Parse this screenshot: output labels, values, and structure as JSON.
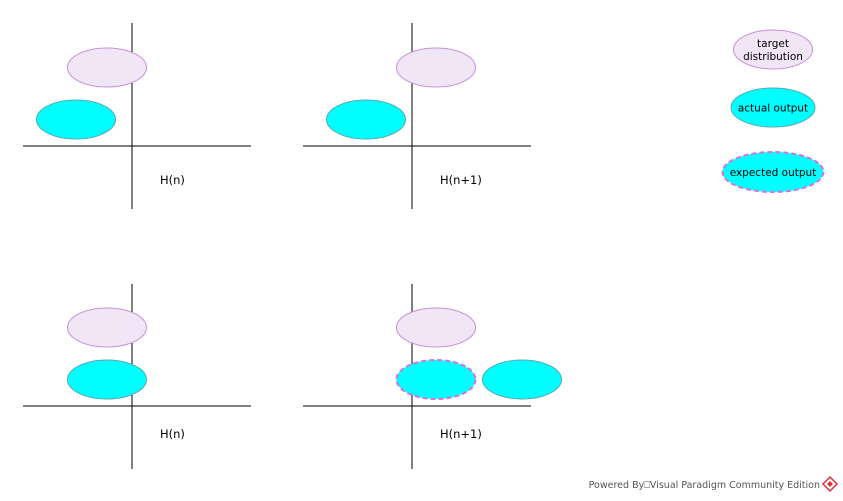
{
  "colors": {
    "target_fill": "#f1e6f6",
    "target_stroke": "#c98fdc",
    "actual_fill": "#00ffff",
    "actual_stroke": "#58a9b3",
    "expected_fill": "#00ffff",
    "expected_stroke": "#d872de",
    "axis": "#000000",
    "logo": "#e0303a"
  },
  "panels": [
    {
      "axis_label": "H(n)"
    },
    {
      "axis_label": "H(n+1)"
    },
    {
      "axis_label": "H(n)"
    },
    {
      "axis_label": "H(n+1)"
    }
  ],
  "legend": {
    "target_line1": "target",
    "target_line2": "distribution",
    "actual": "actual output",
    "expected": "expected output"
  },
  "footer": {
    "text": "Powered By⎕Visual Paradigm Community Edition",
    "logo_icon": "visual-paradigm-logo-icon"
  }
}
